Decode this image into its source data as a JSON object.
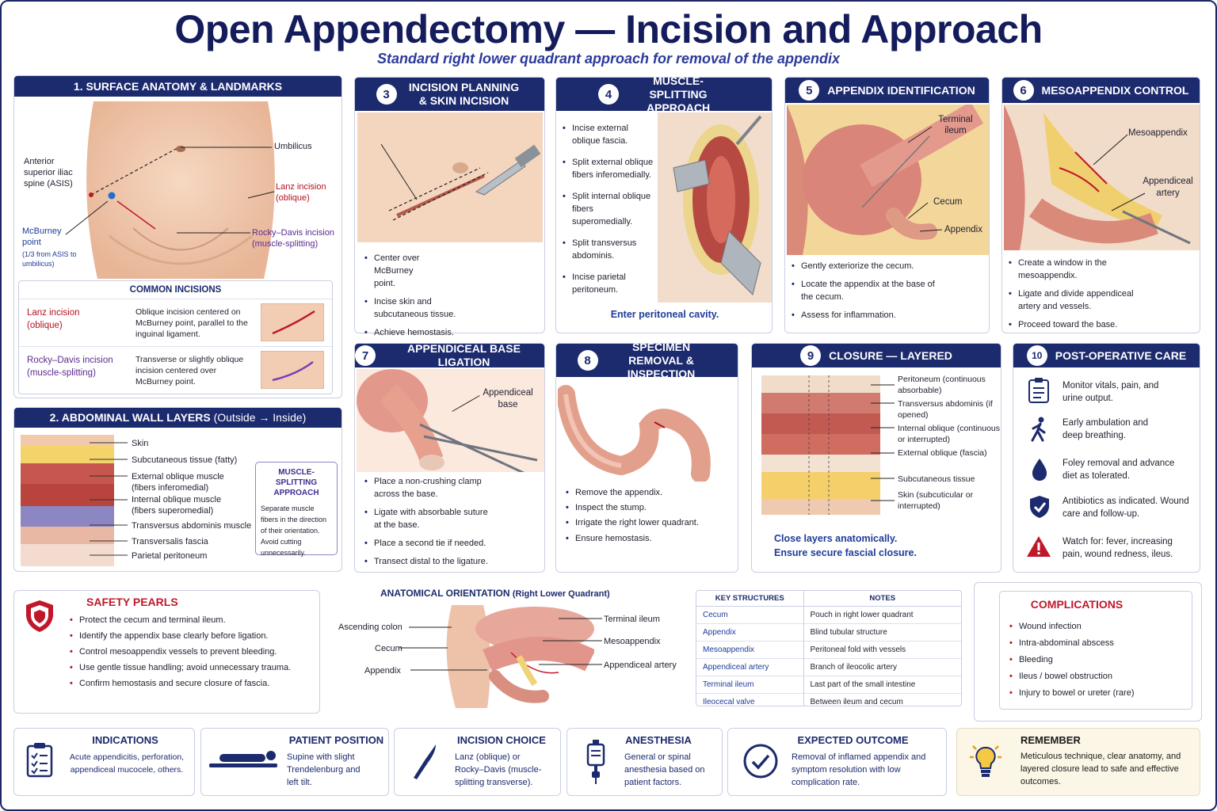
{
  "title": "Open Appendectomy — Incision and Approach",
  "subtitle": "Standard right lower quadrant approach for removal of the appendix",
  "p1": {
    "header": "1. SURFACE ANATOMY & LANDMARKS",
    "umbilicus": "Umbilicus",
    "asis": "Anterior superior iliac spine (ASIS)",
    "lanz": "Lanz incision (oblique)",
    "mcburney": "McBurney point",
    "mcburney_note": "(1/3 from ASIS to umbilicus)",
    "rocky": "Rocky–Davis incision (muscle-splitting)",
    "common_header": "COMMON INCISIONS",
    "common": [
      {
        "name": "Lanz incision (oblique)",
        "desc": "Oblique incision centered on McBurney point, parallel to the inguinal ligament."
      },
      {
        "name": "Rocky–Davis incision (muscle-splitting)",
        "desc": "Transverse or slightly oblique incision centered over McBurney point."
      }
    ]
  },
  "p2": {
    "header": "2. ABDOMINAL WALL LAYERS",
    "header_sub": "(Outside → Inside)",
    "layers": [
      "Skin",
      "Subcutaneous tissue (fatty)",
      "External oblique muscle (fibers inferomedial)",
      "Internal oblique muscle (fibers superomedial)",
      "Transversus abdominis muscle",
      "Transversalis fascia",
      "Parietal peritoneum"
    ],
    "box_title": "MUSCLE-SPLITTING APPROACH",
    "box_text": "Separate muscle fibers in the direction of their orientation. Avoid cutting unnecessarily."
  },
  "p3": {
    "num": "3",
    "header": "INCISION PLANNING & SKIN INCISION",
    "items": [
      "Center over McBurney point.",
      "Incise skin and subcutaneous tissue.",
      "Achieve hemostasis."
    ]
  },
  "p4": {
    "num": "4",
    "header": "MUSCLE-SPLITTING APPROACH",
    "items": [
      "Incise external oblique fascia.",
      "Split external oblique fibers inferomedially.",
      "Split internal oblique fibers superomedially.",
      "Split transversus abdominis.",
      "Incise parietal peritoneum."
    ],
    "footer": "Enter peritoneal cavity."
  },
  "p5": {
    "num": "5",
    "header": "APPENDIX IDENTIFICATION",
    "labels": [
      "Terminal ileum",
      "Cecum",
      "Appendix"
    ],
    "items": [
      "Gently exteriorize the cecum.",
      "Locate the appendix at the base of the cecum.",
      "Assess for inflammation."
    ]
  },
  "p6": {
    "num": "6",
    "header": "MESOAPPENDIX CONTROL",
    "labels": [
      "Mesoappendix",
      "Appendiceal artery"
    ],
    "items": [
      "Create a window in the mesoappendix.",
      "Ligate and divide appendiceal artery and vessels.",
      "Proceed toward the base."
    ]
  },
  "p7": {
    "num": "7",
    "header": "APPENDICEAL BASE LIGATION",
    "label": "Appendiceal base",
    "items": [
      "Place a non-crushing clamp across the base.",
      "Ligate with absorbable suture at the base.",
      "Place a second tie if needed.",
      "Transect distal to the ligature."
    ]
  },
  "p8": {
    "num": "8",
    "header": "SPECIMEN REMOVAL & INSPECTION",
    "items": [
      "Remove the appendix.",
      "Inspect the stump.",
      "Irrigate the right lower quadrant.",
      "Ensure hemostasis."
    ]
  },
  "p9": {
    "num": "9",
    "header": "CLOSURE — LAYERED",
    "labels": [
      "Peritoneum (continuous absorbable)",
      "Transversus abdominis (if opened)",
      "Internal oblique (continuous or interrupted)",
      "External oblique (fascia)",
      "Subcutaneous tissue",
      "Skin (subcuticular or interrupted)"
    ],
    "footer1": "Close layers anatomically.",
    "footer2": "Ensure secure fascial closure."
  },
  "p10": {
    "num": "10",
    "header": "POST-OPERATIVE CARE",
    "items": [
      "Monitor vitals, pain, and urine output.",
      "Early ambulation and deep breathing.",
      "Foley removal and advance diet as tolerated.",
      "Antibiotics as indicated. Wound care and follow-up.",
      "Watch for: fever, increasing pain, wound redness, ileus."
    ]
  },
  "safety": {
    "title": "SAFETY PEARLS",
    "items": [
      "Protect the cecum and terminal ileum.",
      "Identify the appendix base clearly before ligation.",
      "Control mesoappendix vessels to prevent bleeding.",
      "Use gentle tissue handling; avoid unnecessary trauma.",
      "Confirm hemostasis and secure closure of fascia."
    ]
  },
  "orientation": {
    "title": "ANATOMICAL ORIENTATION",
    "title_sub": "(Right Lower Quadrant)",
    "left": [
      "Ascending colon",
      "Cecum",
      "Appendix"
    ],
    "right": [
      "Terminal ileum",
      "Mesoappendix",
      "Appendiceal artery"
    ]
  },
  "key": {
    "col1": "KEY STRUCTURES",
    "col2": "NOTES",
    "rows": [
      [
        "Cecum",
        "Pouch in right lower quadrant"
      ],
      [
        "Appendix",
        "Blind tubular structure"
      ],
      [
        "Mesoappendix",
        "Peritoneal fold with vessels"
      ],
      [
        "Appendiceal artery",
        "Branch of ileocolic artery"
      ],
      [
        "Terminal ileum",
        "Last part of the small intestine"
      ],
      [
        "Ileocecal valve",
        "Between ileum and cecum"
      ]
    ]
  },
  "complications": {
    "title": "COMPLICATIONS",
    "items": [
      "Wound infection",
      "Intra-abdominal abscess",
      "Bleeding",
      "Ileus / bowel obstruction",
      "Injury to bowel or ureter (rare)"
    ]
  },
  "footer": [
    {
      "title": "INDICATIONS",
      "text": "Acute appendicitis, perforation, appendiceal mucocele, others."
    },
    {
      "title": "PATIENT POSITION",
      "text": "Supine with slight Trendelenburg and left tilt."
    },
    {
      "title": "INCISION CHOICE",
      "text": "Lanz (oblique) or Rocky–Davis (muscle-splitting transverse)."
    },
    {
      "title": "ANESTHESIA",
      "text": "General or spinal anesthesia based on patient factors."
    },
    {
      "title": "EXPECTED OUTCOME",
      "text": "Removal of inflamed appendix and symptom resolution with low complication rate."
    },
    {
      "title": "REMEMBER",
      "text": "Meticulous technique, clear anatomy, and layered closure lead to safe and effective outcomes."
    }
  ],
  "colors": {
    "navy": "#1c2a6e",
    "red": "#c0182a",
    "blue": "#1f3c9a",
    "purple": "#5b2a91"
  }
}
